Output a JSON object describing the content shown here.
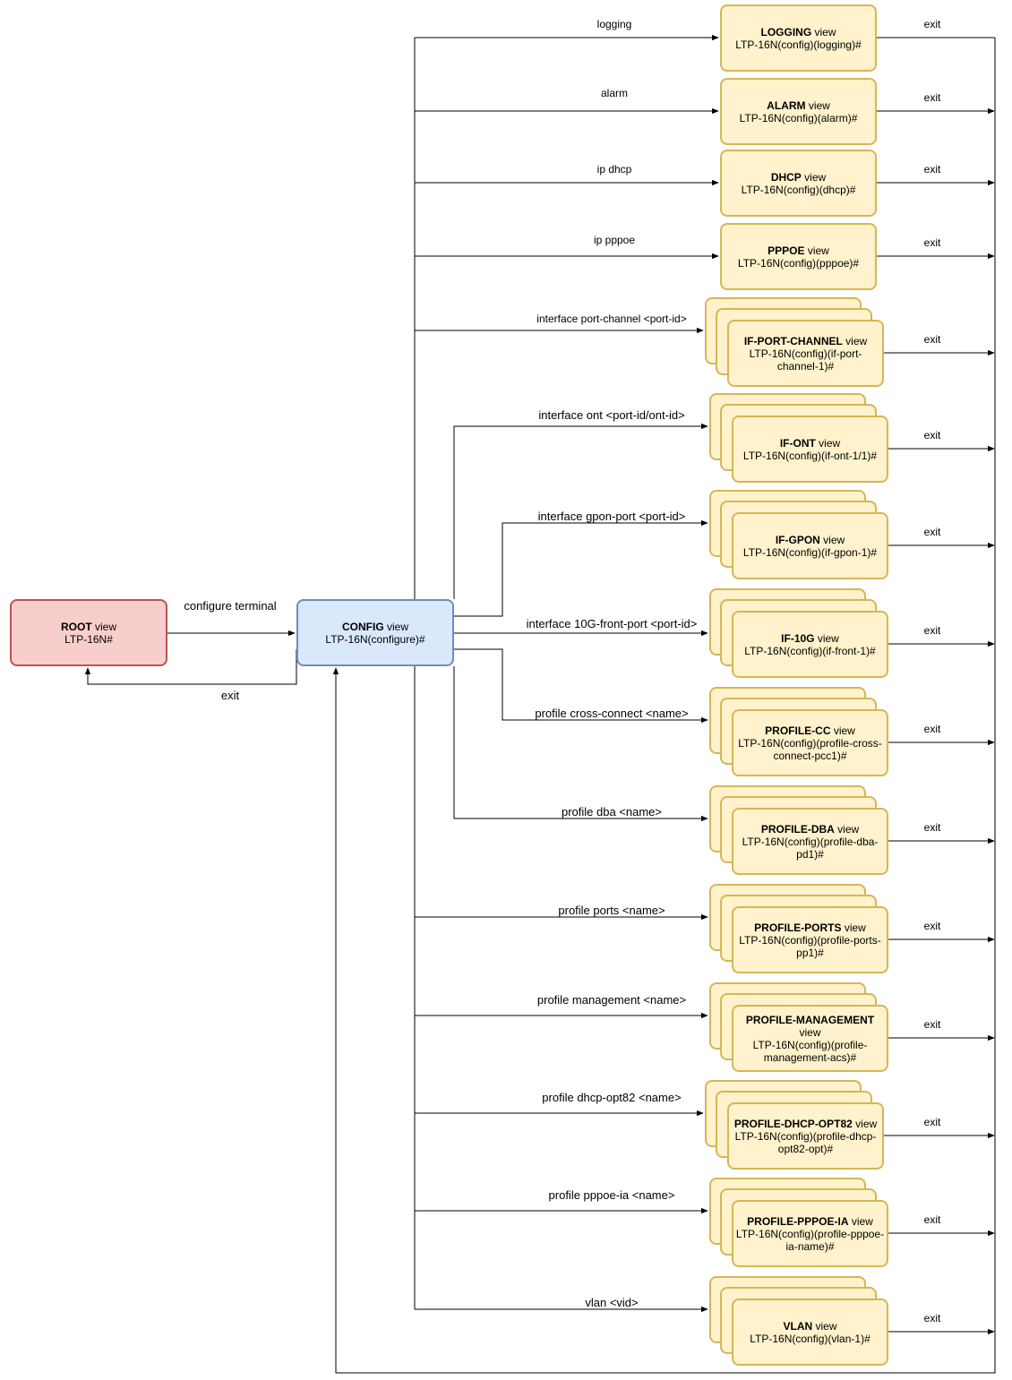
{
  "colors": {
    "root_fill": "#f8cecc",
    "root_stroke": "#b85450",
    "config_fill": "#dae8fc",
    "config_stroke": "#6c8ebf",
    "view_fill": "#fff2cc",
    "view_stroke": "#d6b656"
  },
  "root": {
    "name": "ROOT",
    "suffix": "view",
    "prompt": "LTP-16N#"
  },
  "config": {
    "name": "CONFIG",
    "suffix": "view",
    "prompt": "LTP-16N(configure)#"
  },
  "edges": {
    "configure": "configure terminal",
    "root_exit": "exit"
  },
  "views": [
    {
      "cmd": "logging",
      "name": "LOGGING",
      "suffix": "view",
      "prompt": "LTP-16N(config)(logging)#",
      "exit": "exit"
    },
    {
      "cmd": "alarm",
      "name": "ALARM",
      "suffix": "view",
      "prompt": "LTP-16N(config)(alarm)#",
      "exit": "exit"
    },
    {
      "cmd": "ip dhcp",
      "name": "DHCP",
      "suffix": "view",
      "prompt": "LTP-16N(config)(dhcp)#",
      "exit": "exit"
    },
    {
      "cmd": "ip pppoe",
      "name": "PPPOE",
      "suffix": "view",
      "prompt": "LTP-16N(config)(pppoe)#",
      "exit": "exit"
    },
    {
      "cmd": "interface port-channel <port-id>",
      "name": "IF-PORT-CHANNEL",
      "suffix": "view",
      "prompt": "LTP-16N(config)(if-port-channel-1)#",
      "exit": "exit"
    },
    {
      "cmd": "interface ont <port-id/ont-id>",
      "name": "IF-ONT",
      "suffix": "view",
      "prompt": "LTP-16N(config)(if-ont-1/1)#",
      "exit": "exit"
    },
    {
      "cmd": "interface gpon-port <port-id>",
      "name": "IF-GPON",
      "suffix": "view",
      "prompt": "LTP-16N(config)(if-gpon-1)#",
      "exit": "exit"
    },
    {
      "cmd": "interface 10G-front-port <port-id>",
      "name": "IF-10G",
      "suffix": "view",
      "prompt": "LTP-16N(config)(if-front-1)#",
      "exit": "exit"
    },
    {
      "cmd": "profile cross-connect <name>",
      "name": "PROFILE-CC",
      "suffix": "view",
      "prompt": "LTP-16N(config)(profile-cross-connect-pcc1)#",
      "exit": "exit"
    },
    {
      "cmd": "profile dba <name>",
      "name": "PROFILE-DBA",
      "suffix": "view",
      "prompt": "LTP-16N(config)(profile-dba-pd1)#",
      "exit": "exit"
    },
    {
      "cmd": "profile ports <name>",
      "name": "PROFILE-PORTS",
      "suffix": "view",
      "prompt": "LTP-16N(config)(profile-ports-pp1)#",
      "exit": "exit"
    },
    {
      "cmd": "profile management <name>",
      "name": "PROFILE-MANAGEMENT",
      "suffix": "view",
      "prompt": "LTP-16N(config)(profile-management-acs)#",
      "exit": "exit"
    },
    {
      "cmd": "profile dhcp-opt82 <name>",
      "name": "PROFILE-DHCP-OPT82",
      "suffix": "view",
      "prompt": "LTP-16N(config)(profile-dhcp-opt82-opt)#",
      "exit": "exit"
    },
    {
      "cmd": "profile pppoe-ia <name>",
      "name": "PROFILE-PPPOE-IA",
      "suffix": "view",
      "prompt": "LTP-16N(config)(profile-pppoe-ia-name)#",
      "exit": "exit"
    },
    {
      "cmd": "vlan <vid>",
      "name": "VLAN",
      "suffix": "view",
      "prompt": "LTP-16N(config)(vlan-1)#",
      "exit": "exit"
    }
  ]
}
